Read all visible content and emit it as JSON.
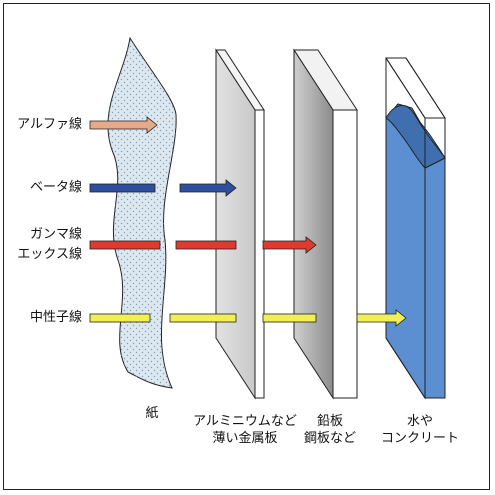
{
  "rays": [
    {
      "id": "alpha",
      "lines": [
        "アルファ線"
      ],
      "color": "#e6a98a",
      "stops_at": "paper"
    },
    {
      "id": "beta",
      "lines": [
        "ベータ線"
      ],
      "color": "#2e4f9e",
      "stops_at": "aluminum"
    },
    {
      "id": "gamma",
      "lines": [
        "ガンマ線",
        "エックス線"
      ],
      "color": "#e03a2e",
      "stops_at": "lead"
    },
    {
      "id": "neutron",
      "lines": [
        "中性子線"
      ],
      "color": "#f2ee55",
      "stops_at": "water"
    }
  ],
  "barriers": [
    {
      "id": "paper",
      "lines": [
        "紙"
      ]
    },
    {
      "id": "aluminum",
      "lines": [
        "アルミニウムなど",
        "薄い金属板"
      ]
    },
    {
      "id": "lead",
      "lines": [
        "鉛板",
        "鋼板など"
      ]
    },
    {
      "id": "water",
      "lines": [
        "水や",
        "コンクリート"
      ]
    }
  ],
  "colors": {
    "paper": "#dde7ef",
    "metal_light": "#d8d8d8",
    "metal_dark": "#a8a8a8",
    "water": "#5b8fd1",
    "outline": "#222222"
  }
}
